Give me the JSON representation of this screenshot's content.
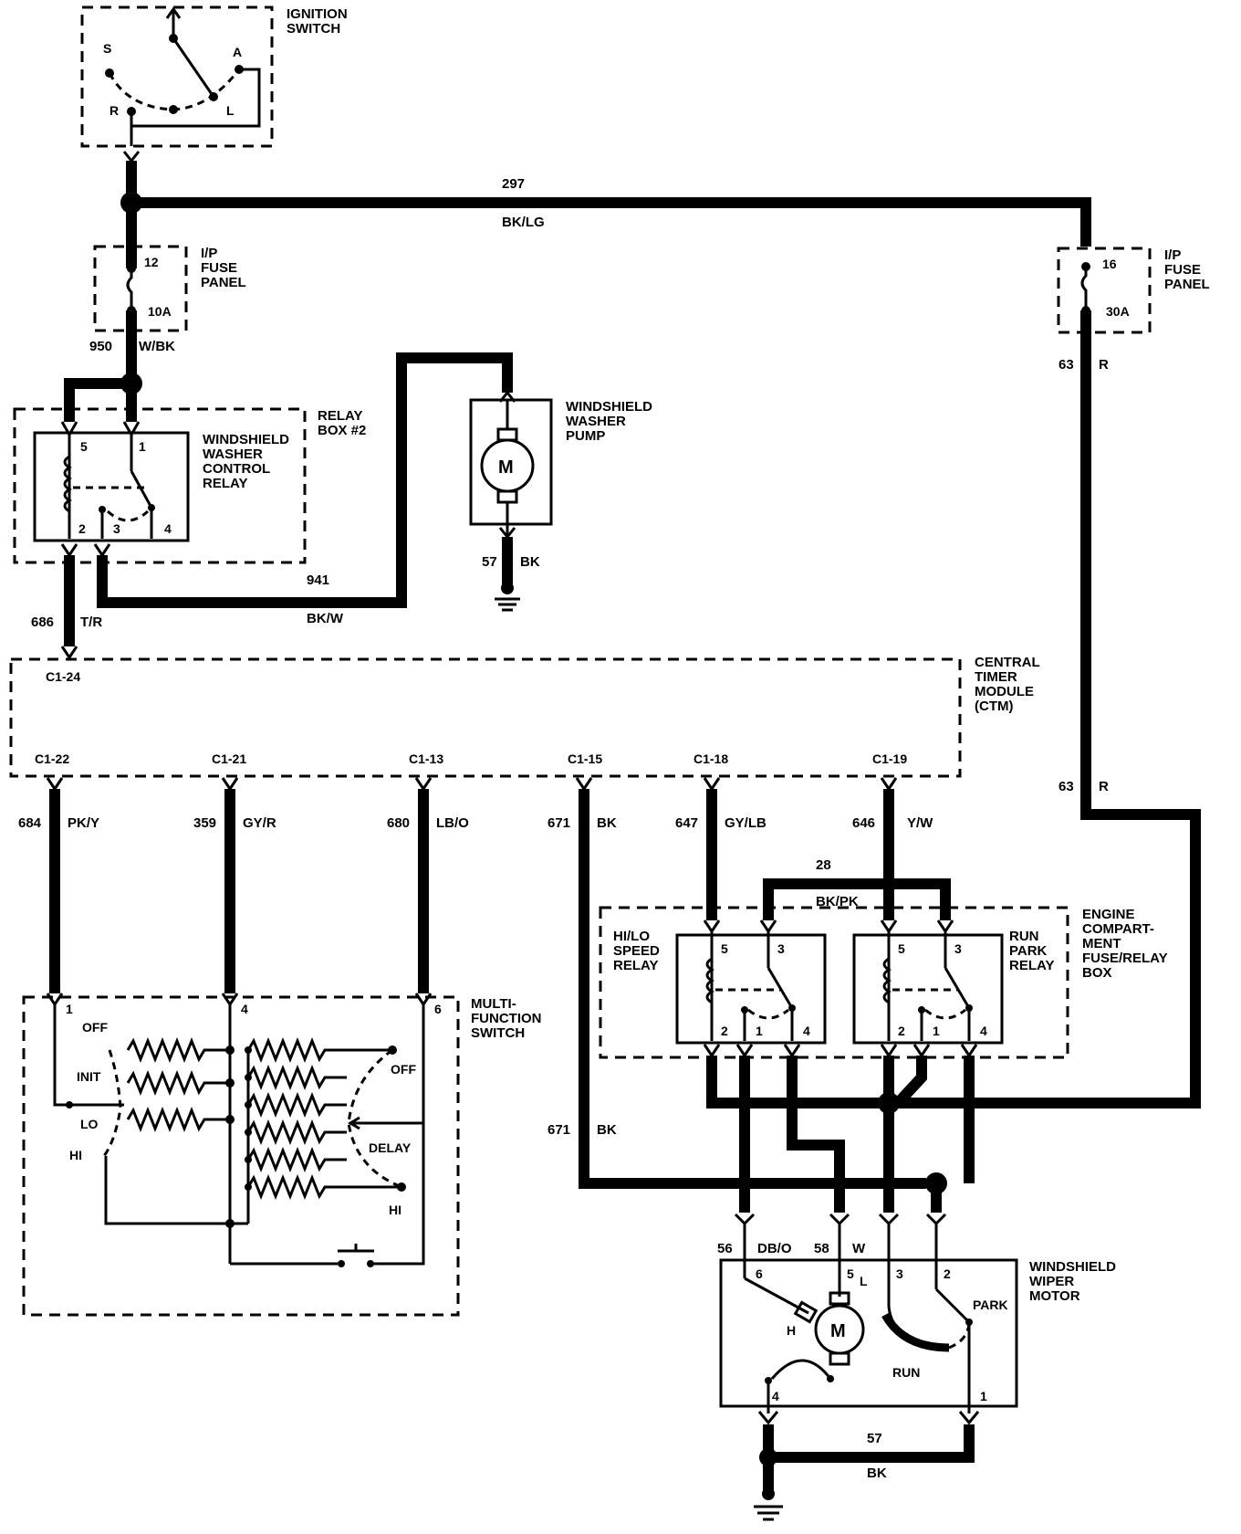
{
  "components": {
    "ignition_switch": {
      "name_l1": "IGNITION",
      "name_l2": "SWITCH",
      "pos_s": "S",
      "pos_a": "A",
      "pos_r": "R",
      "pos_l": "L"
    },
    "ip_fuse_left": {
      "name_l1": "I/P",
      "name_l2": "FUSE",
      "name_l3": "PANEL",
      "fuse_no": "12",
      "rating": "10A"
    },
    "ip_fuse_right": {
      "name_l1": "I/P",
      "name_l2": "FUSE",
      "name_l3": "PANEL",
      "fuse_no": "16",
      "rating": "30A"
    },
    "relay_box": {
      "name_l1": "RELAY",
      "name_l2": "BOX #2"
    },
    "washer_relay": {
      "name_l1": "WINDSHIELD",
      "name_l2": "WASHER",
      "name_l3": "CONTROL",
      "name_l4": "RELAY",
      "pin5": "5",
      "pin1": "1",
      "pin2": "2",
      "pin3": "3",
      "pin4": "4"
    },
    "washer_pump": {
      "name_l1": "WINDSHIELD",
      "name_l2": "WASHER",
      "name_l3": "PUMP",
      "motor": "M"
    },
    "ctm": {
      "name_l1": "CENTRAL",
      "name_l2": "TIMER",
      "name_l3": "MODULE",
      "name_l4": "(CTM)",
      "c1_24": "C1-24",
      "c1_22": "C1-22",
      "c1_21": "C1-21",
      "c1_13": "C1-13",
      "c1_15": "C1-15",
      "c1_18": "C1-18",
      "c1_19": "C1-19"
    },
    "mfs": {
      "name_l1": "MULTI-",
      "name_l2": "FUNCTION",
      "name_l3": "SWITCH",
      "pin1": "1",
      "pin4": "4",
      "pin6": "6",
      "off_left": "OFF",
      "init": "INIT",
      "lo": "LO",
      "hi_left": "HI",
      "off_right": "OFF",
      "delay": "DELAY",
      "hi_right": "HI"
    },
    "engine_box": {
      "name_l1": "ENGINE",
      "name_l2": "COMPART-",
      "name_l3": "MENT",
      "name_l4": "FUSE/RELAY",
      "name_l5": "BOX"
    },
    "hilo_relay": {
      "name_l1": "HI/LO",
      "name_l2": "SPEED",
      "name_l3": "RELAY",
      "pin5": "5",
      "pin3": "3",
      "pin2": "2",
      "pin1": "1",
      "pin4": "4"
    },
    "run_park_relay": {
      "name_l1": "RUN",
      "name_l2": "PARK",
      "name_l3": "RELAY",
      "pin5": "5",
      "pin3": "3",
      "pin2": "2",
      "pin1": "1",
      "pin4": "4"
    },
    "wiper_motor": {
      "name_l1": "WINDSHIELD",
      "name_l2": "WIPER",
      "name_l3": "MOTOR",
      "pin6": "6",
      "pin5": "5",
      "pin3": "3",
      "pin2": "2",
      "pin4": "4",
      "pin1": "1",
      "l": "L",
      "h": "H",
      "motor": "M",
      "park": "PARK",
      "run": "RUN"
    }
  },
  "wires": {
    "w297": {
      "circuit": "297",
      "color": "BK/LG"
    },
    "w950": {
      "circuit": "950",
      "color": "W/BK"
    },
    "w63_top": {
      "circuit": "63",
      "color": "R"
    },
    "w63_mid": {
      "circuit": "63",
      "color": "R"
    },
    "w941": {
      "circuit": "941",
      "color": "BK/W"
    },
    "w57_pump": {
      "circuit": "57",
      "color": "BK"
    },
    "w686": {
      "circuit": "686",
      "color": "T/R"
    },
    "w684": {
      "circuit": "684",
      "color": "PK/Y"
    },
    "w359": {
      "circuit": "359",
      "color": "GY/R"
    },
    "w680": {
      "circuit": "680",
      "color": "LB/O"
    },
    "w671_top": {
      "circuit": "671",
      "color": "BK"
    },
    "w671_bot": {
      "circuit": "671",
      "color": "BK"
    },
    "w647": {
      "circuit": "647",
      "color": "GY/LB"
    },
    "w646": {
      "circuit": "646",
      "color": "Y/W"
    },
    "w28": {
      "circuit": "28",
      "color": "BK/PK"
    },
    "w56": {
      "circuit": "56",
      "color": "DB/O"
    },
    "w58": {
      "circuit": "58",
      "color": "W"
    },
    "w57_motor": {
      "circuit": "57",
      "color": "BK"
    }
  }
}
